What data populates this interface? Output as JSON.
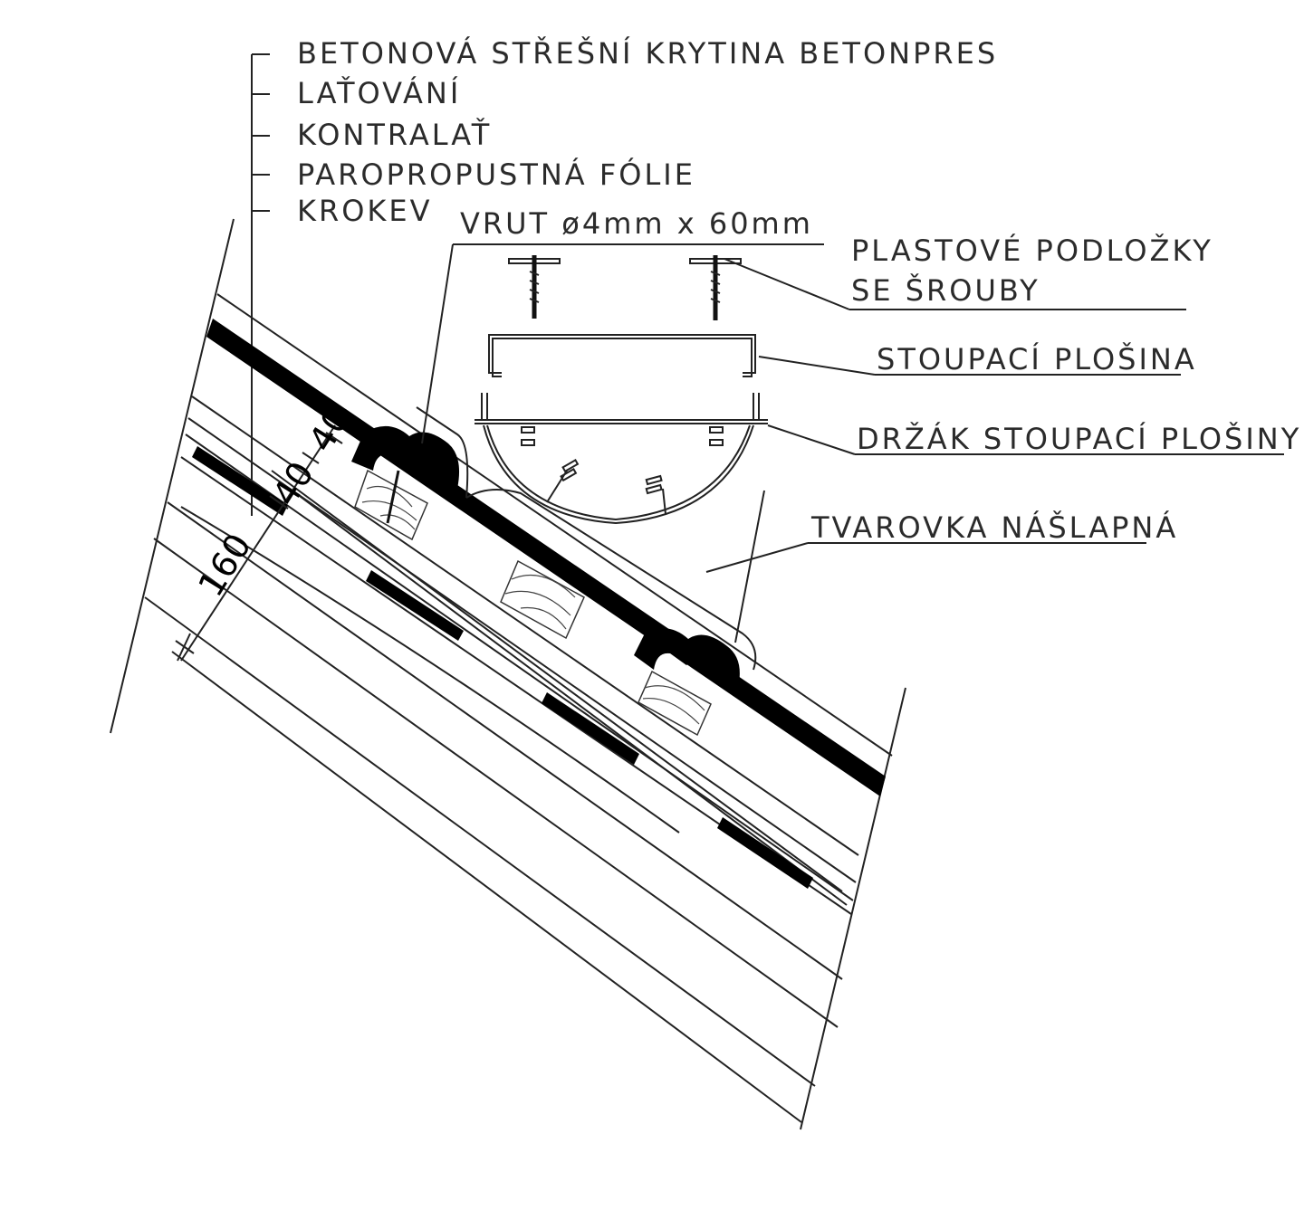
{
  "layers_legend": [
    "BETONOVÁ STŘEŠNÍ KRYTINA BETONPRES",
    "LAŤOVÁNÍ",
    "KONTRALAŤ",
    "PAROPROPUSTNÁ FÓLIE",
    "KROKEV"
  ],
  "labels": {
    "screw": "VRUT ø4mm x 60mm",
    "washers_line1": "PLASTOVÉ PODLOŽKY",
    "washers_line2": "SE ŠROUBY",
    "platform": "STOUPACÍ PLOŠINA",
    "holder": "DRŽÁK STOUPACÍ PLOŠINY",
    "step_tile": "TVAROVKA NÁŠLAPNÁ"
  },
  "dimensions": {
    "d1": "40",
    "d2": "40",
    "d3": "160"
  }
}
